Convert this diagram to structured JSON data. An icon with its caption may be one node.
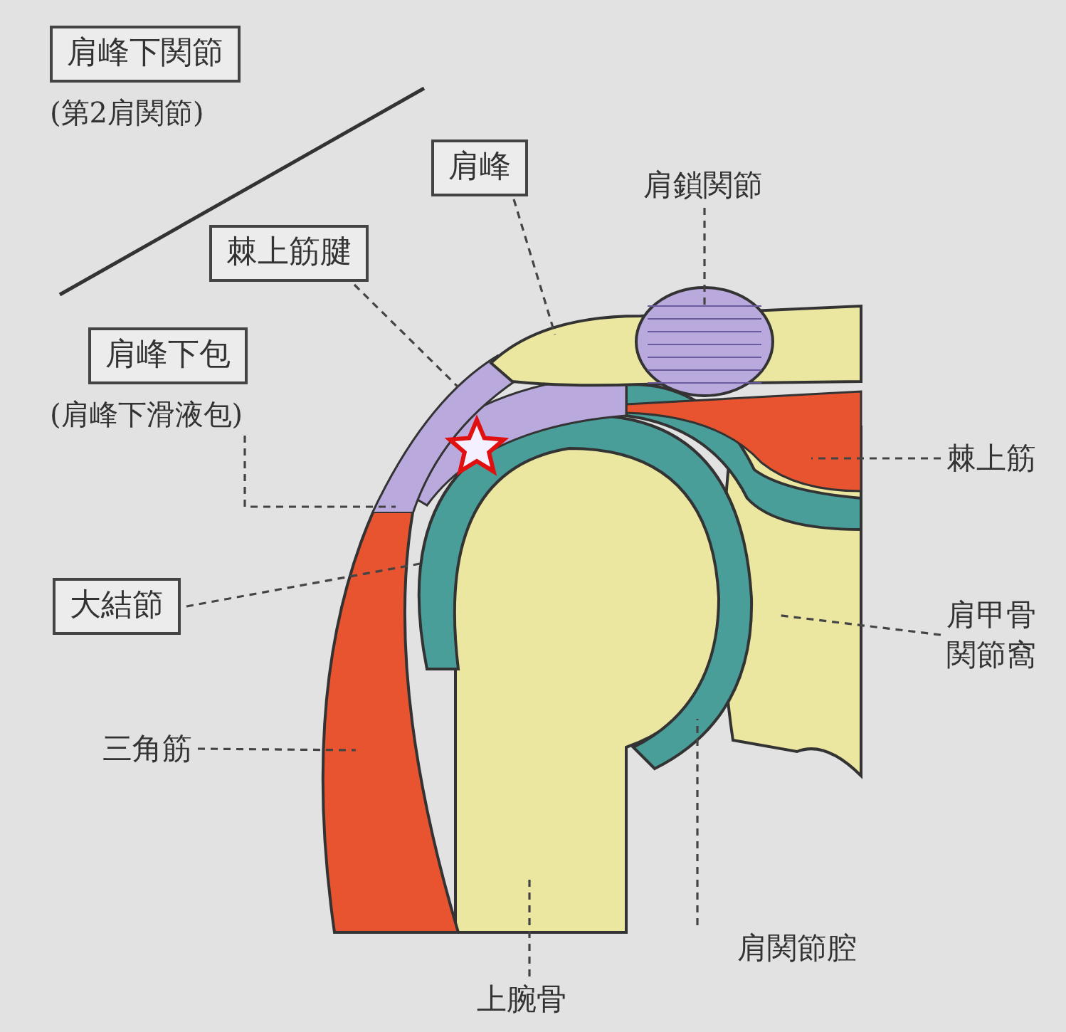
{
  "diagram": {
    "nodes": [
      {
        "text": [
          "肩峰下関節",
          "(第2肩関節)"
        ]
      },
      {
        "text": [
          "肩峰"
        ]
      },
      {
        "text": [
          "肩鎖関節"
        ]
      },
      {
        "text": [
          "棘上筋腱"
        ]
      },
      {
        "text": [
          "肩峰下包",
          "(肩峰下滑液包)"
        ]
      },
      {
        "text": [
          "棘上筋"
        ]
      },
      {
        "text": [
          "大結節"
        ]
      },
      {
        "text": [
          "肩甲骨関節窩"
        ]
      },
      {
        "text": [
          "三角筋"
        ]
      },
      {
        "text": [
          "肩関節腔"
        ]
      },
      {
        "text": [
          "上腕骨"
        ]
      }
    ],
    "edges": [
      {
        "from": 1,
        "to": null,
        "arrow": "none",
        "style": "dashed"
      },
      {
        "from": 2,
        "to": null,
        "arrow": "none",
        "style": "dashed"
      },
      {
        "from": 3,
        "to": null,
        "arrow": "none",
        "style": "dashed"
      },
      {
        "from": 4,
        "to": null,
        "arrow": "none",
        "style": "dashed"
      },
      {
        "from": 5,
        "to": null,
        "arrow": "none",
        "style": "dashed"
      },
      {
        "from": 6,
        "to": null,
        "arrow": "none",
        "style": "dashed"
      },
      {
        "from": 7,
        "to": null,
        "arrow": "none",
        "style": "dashed"
      },
      {
        "from": 8,
        "to": null,
        "arrow": "none",
        "style": "dashed"
      },
      {
        "from": 9,
        "to": null,
        "arrow": "none",
        "style": "dashed"
      },
      {
        "from": 10,
        "to": null,
        "arrow": "none",
        "style": "dashed"
      }
    ]
  }
}
